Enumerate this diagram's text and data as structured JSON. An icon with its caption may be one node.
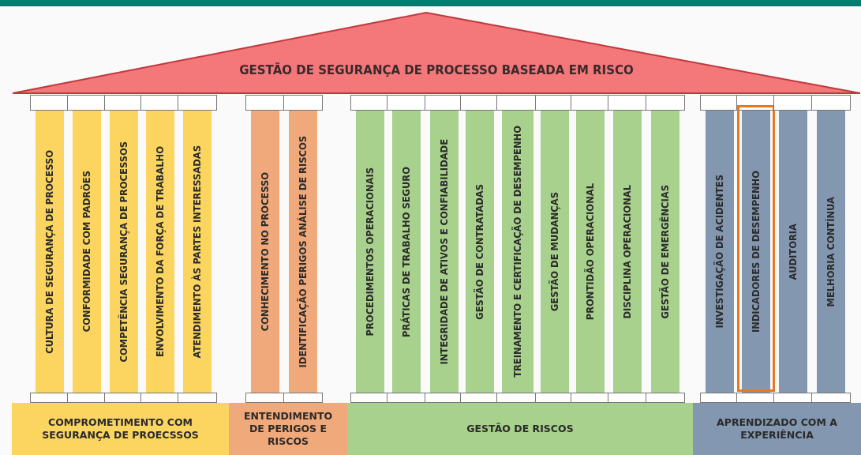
{
  "diagram": {
    "nodes": [
      {
        "text": [
          "GESTÃO DE SEGURANÇA DE PROCESSO BASEADA EM RISCO"
        ]
      },
      {
        "text": [
          "CULTURA DE SEGURANÇA DE PROCESSO"
        ]
      },
      {
        "text": [
          "CONFORMIDADE COM PADRÕES"
        ]
      },
      {
        "text": [
          "COMPETÊNCIA SEGURANÇA DE PROCESSOS"
        ]
      },
      {
        "text": [
          "ENVOLVIMENTO DA FORÇA DE TRABALHO"
        ]
      },
      {
        "text": [
          "ATENDIMENTO ÀS PARTES INTERESSADAS"
        ]
      },
      {
        "text": [
          "CONHECIMENTO NO PROCESSO"
        ]
      },
      {
        "text": [
          "IDENTIFICAÇÃO PERIGOS ANÁLISE DE RISCOS"
        ]
      },
      {
        "text": [
          "PROCEDIMENTOS OPERACIONAIS"
        ]
      },
      {
        "text": [
          "PRÁTICAS DE TRABALHO SEGURO"
        ]
      },
      {
        "text": [
          "INTEGRIDADE DE ATIVOS E CONFIABILIDADE"
        ]
      },
      {
        "text": [
          "GESTÃO DE CONTRATADAS"
        ]
      },
      {
        "text": [
          "TREINAMENTO E CERTIFICAÇÃO DE DESEMPENHO"
        ]
      },
      {
        "text": [
          "GESTÃO DE MUDANÇAS"
        ]
      },
      {
        "text": [
          "PRONTIDÃO OPERACIONAL"
        ]
      },
      {
        "text": [
          "DISCIPLINA OPERACIONAL"
        ]
      },
      {
        "text": [
          "GESTÃO DE EMERGÊNCIAS"
        ]
      },
      {
        "text": [
          "INVESTIGAÇÃO DE ACIDENTES"
        ]
      },
      {
        "text": [
          "INDICADORES DE DESEMPENHO"
        ]
      },
      {
        "text": [
          "AUDITORIA"
        ]
      },
      {
        "text": [
          "MELHORIA CONTÍNUA"
        ]
      },
      {
        "text": [
          "COMPROMETIMENTO COM SEGURANÇA DE PROECSSOS"
        ]
      },
      {
        "text": [
          "ENTENDIMENTO DE PERIGOS E RISCOS"
        ]
      },
      {
        "text": [
          "GESTÃO DE RISCOS"
        ]
      },
      {
        "text": [
          "APRENDIZADO COM A EXPERIÊNCIA"
        ]
      }
    ]
  }
}
